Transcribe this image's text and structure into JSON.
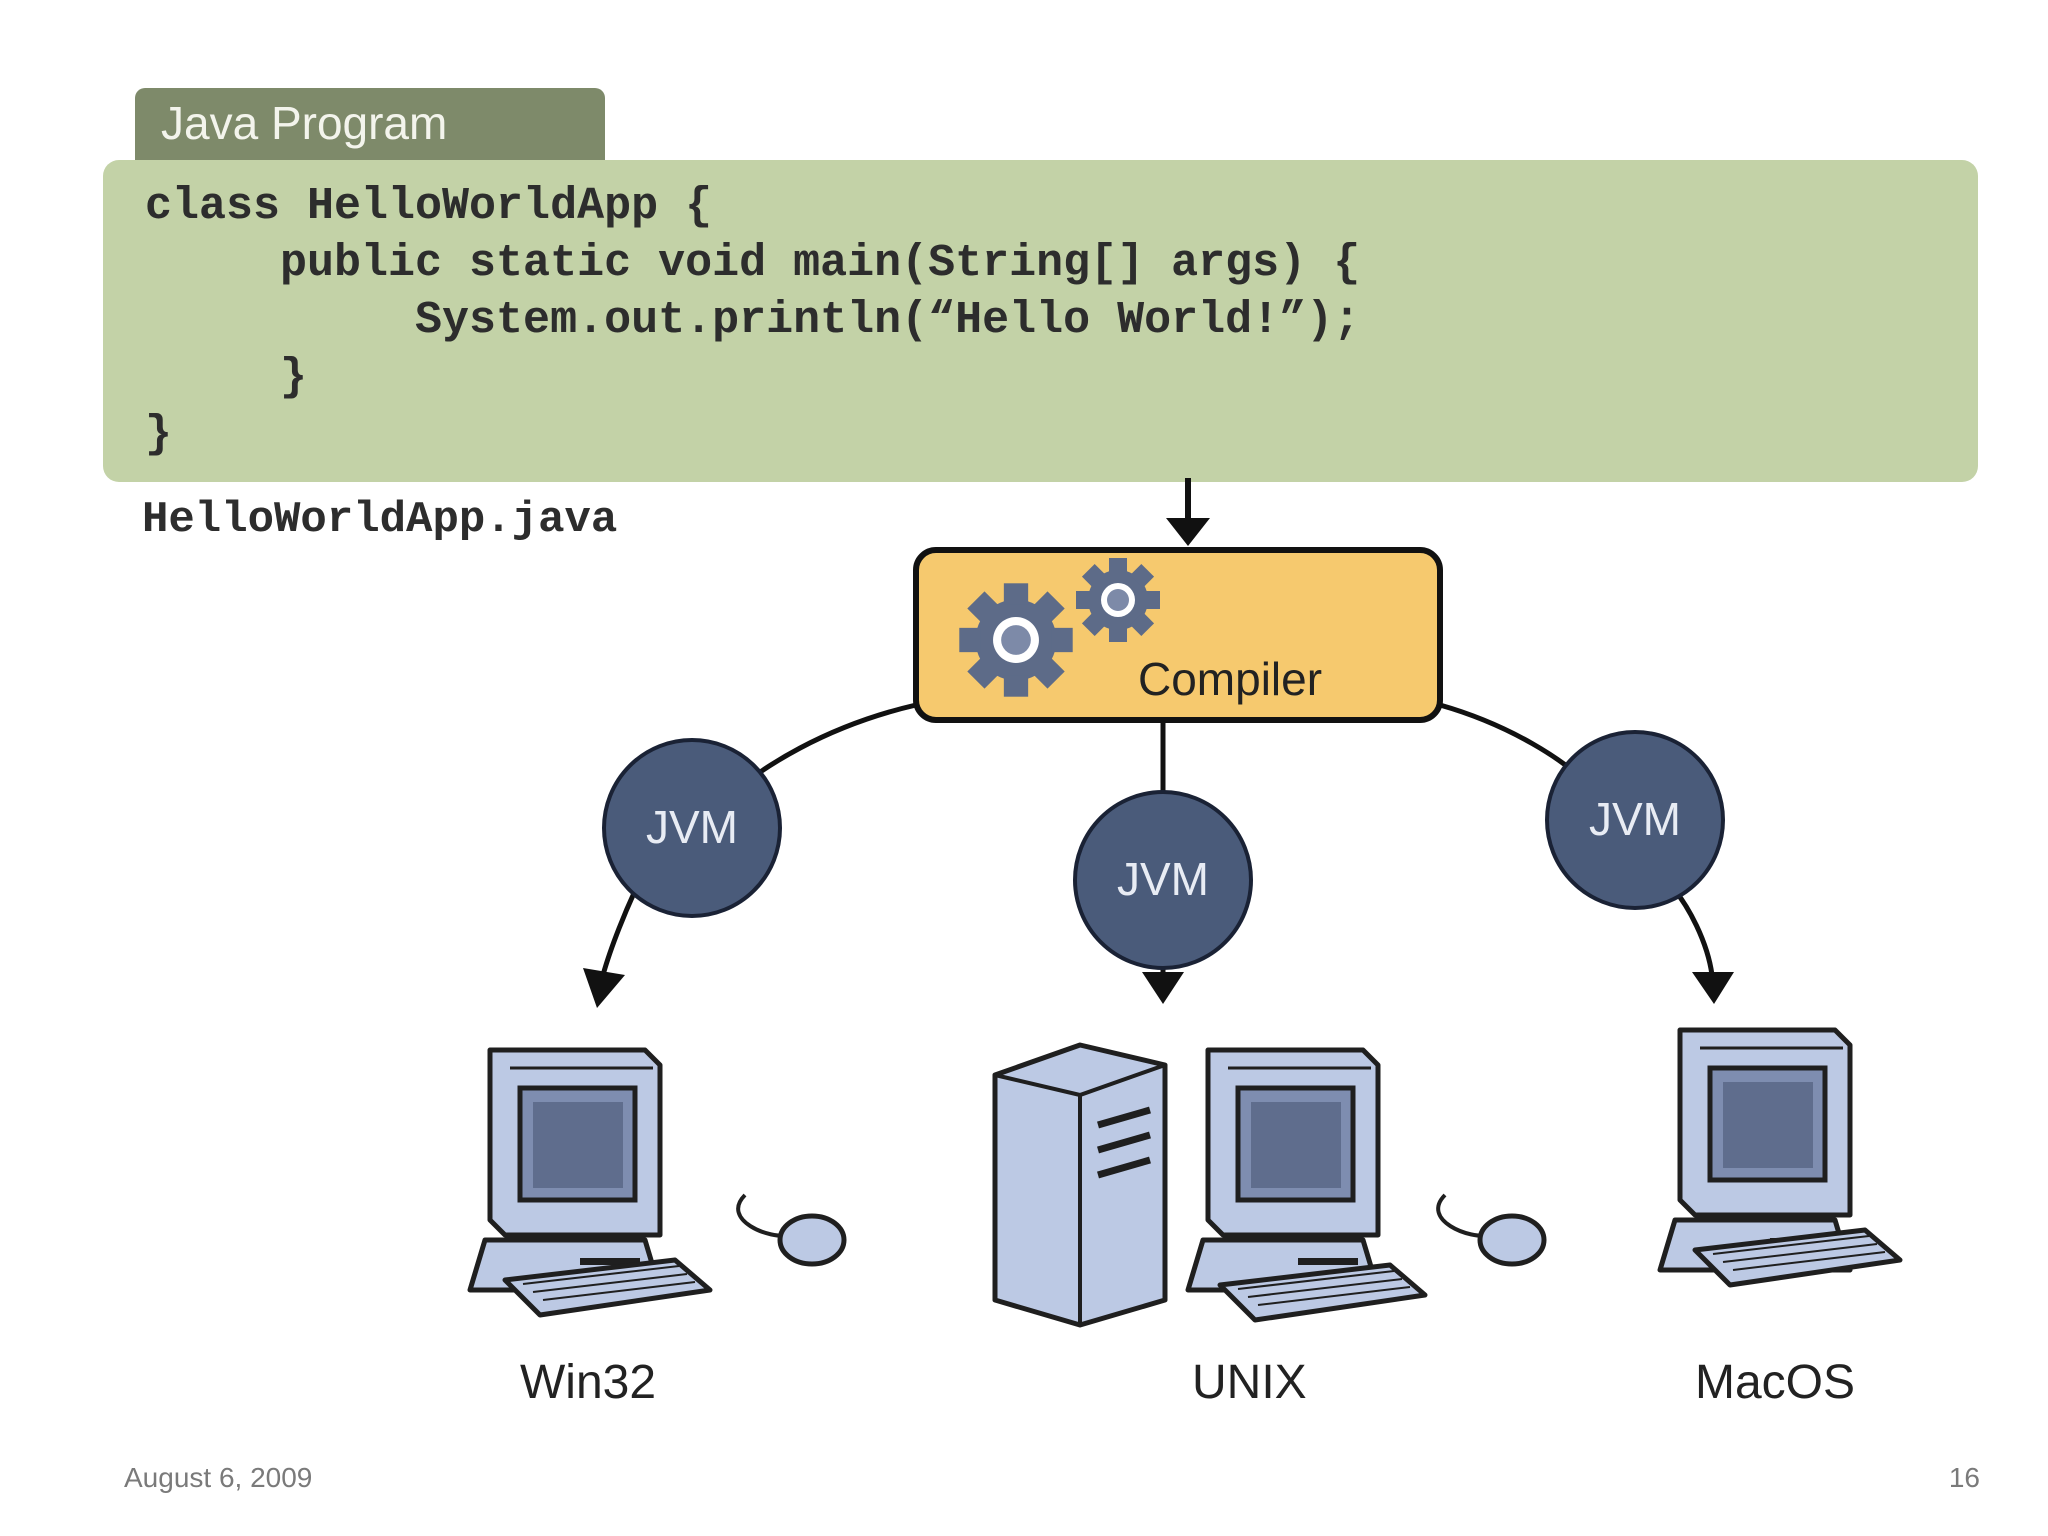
{
  "program_tab": {
    "label": "Java Program"
  },
  "code": {
    "lines": [
      "class HelloWorldApp {",
      "     public static void main(String[] args) {",
      "          System.out.println(“Hello World!”);",
      "     }",
      "}"
    ]
  },
  "file": {
    "name": "HelloWorldApp.java"
  },
  "compiler": {
    "label": "Compiler"
  },
  "jvms": [
    {
      "label": "JVM"
    },
    {
      "label": "JVM"
    },
    {
      "label": "JVM"
    }
  ],
  "platforms": [
    {
      "label": "Win32"
    },
    {
      "label": "UNIX"
    },
    {
      "label": "MacOS"
    }
  ],
  "footer": {
    "date": "August 6, 2009",
    "page": "16"
  },
  "colors": {
    "code_background": "#c3d2a7",
    "tab_background": "#7e8a6a",
    "compiler_fill": "#f6c96e",
    "jvm_fill": "#4a5b7a",
    "computer_fill": "#bcc9e4"
  }
}
